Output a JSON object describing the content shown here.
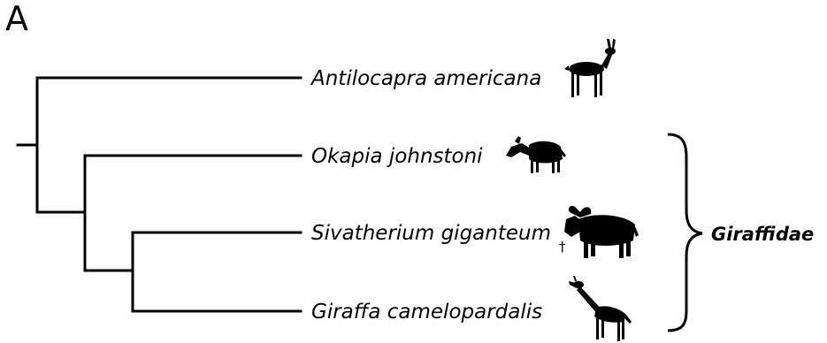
{
  "figure": {
    "panel_label": "A",
    "taxa": [
      {
        "name": "Antilocapra americana",
        "silhouette": "pronghorn-icon",
        "extinct": false
      },
      {
        "name": "Okapia johnstoni",
        "silhouette": "okapi-icon",
        "extinct": false
      },
      {
        "name": "Sivatherium giganteum",
        "silhouette": "sivatherium-icon",
        "extinct": true,
        "extinct_marker": "†"
      },
      {
        "name": "Giraffa camelopardalis",
        "silhouette": "giraffe-icon",
        "extinct": false
      }
    ],
    "clade": {
      "label": "Giraffidae",
      "members": [
        "Okapia johnstoni",
        "Sivatherium giganteum",
        "Giraffa camelopardalis"
      ]
    }
  }
}
